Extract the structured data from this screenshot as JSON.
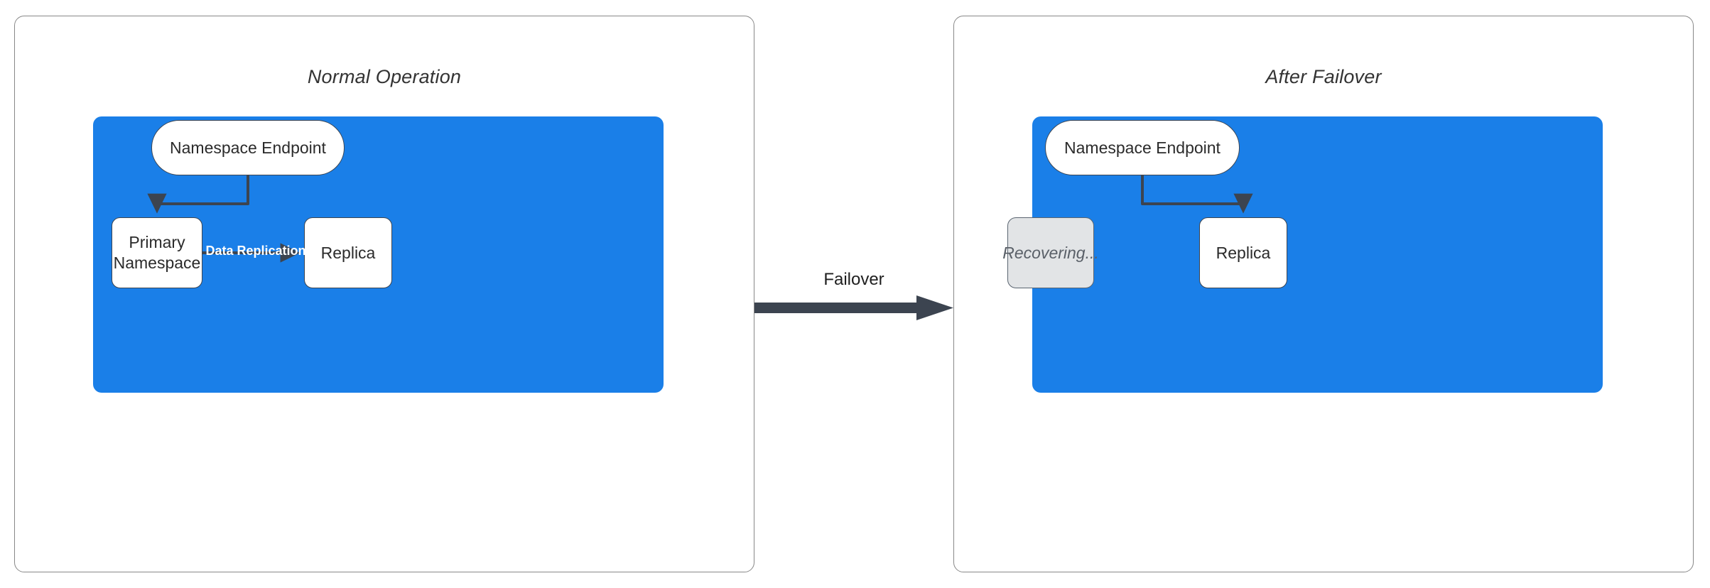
{
  "diagram": {
    "title_accent_color": "#1a7fe8",
    "node_border_color": "#3c4450",
    "connector_color": "#3c4450",
    "panels": [
      {
        "id": "normal-operation",
        "title": "Normal Operation",
        "nodes": [
          {
            "id": "endpoint",
            "label": "Namespace Endpoint",
            "shape": "pill",
            "state": "active"
          },
          {
            "id": "primary",
            "label": "Primary\nNamespace",
            "line1": "Primary",
            "line2": "Namespace",
            "shape": "rect",
            "state": "active"
          },
          {
            "id": "replica",
            "label": "Replica",
            "shape": "rect",
            "state": "active"
          }
        ],
        "edges": [
          {
            "from": "endpoint",
            "to": "primary",
            "label": ""
          },
          {
            "from": "primary",
            "to": "replica",
            "label": "Data Replication"
          }
        ]
      },
      {
        "id": "after-failover",
        "title": "After Failover",
        "nodes": [
          {
            "id": "endpoint",
            "label": "Namespace Endpoint",
            "shape": "pill",
            "state": "active"
          },
          {
            "id": "recovering",
            "label": "Recovering...",
            "shape": "rect",
            "state": "dimmed"
          },
          {
            "id": "replica",
            "label": "Replica",
            "shape": "rect",
            "state": "active"
          }
        ],
        "edges": [
          {
            "from": "endpoint",
            "to": "replica",
            "label": ""
          }
        ]
      }
    ],
    "transition": {
      "label": "Failover",
      "direction": "left-to-right",
      "color": "#3c4450"
    }
  }
}
